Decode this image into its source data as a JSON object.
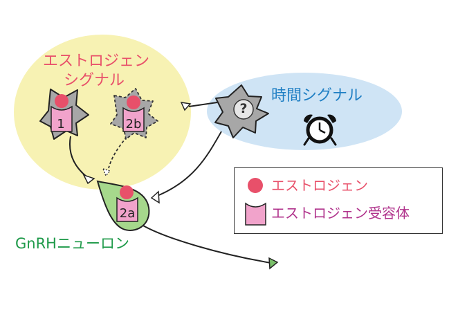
{
  "labels": {
    "estrogen_signal_line1": "エストロジェン",
    "estrogen_signal_line2": "シグナル",
    "time_signal": "時間シグナル",
    "gnrh_neuron": "GnRHニューロン",
    "question_mark": "?"
  },
  "neurons": {
    "n1": "1",
    "n2b": "2b",
    "n2a": "2a"
  },
  "legend": {
    "estrogen": "エストロジェン",
    "estrogen_receptor": "エストロジェン受容体"
  },
  "colors": {
    "estrogen_bubble": "#f7f2b3",
    "time_bubble": "#cfe4f5",
    "neuron_gray": "#a7a7a7",
    "gnrh_green": "#a6d88c",
    "estrogen_red": "#e8506a",
    "receptor_pink": "#f1a3cb"
  },
  "icons": {
    "clock": "alarm-clock-icon",
    "estrogen": "estrogen-dot-icon",
    "receptor": "receptor-cup-icon"
  }
}
